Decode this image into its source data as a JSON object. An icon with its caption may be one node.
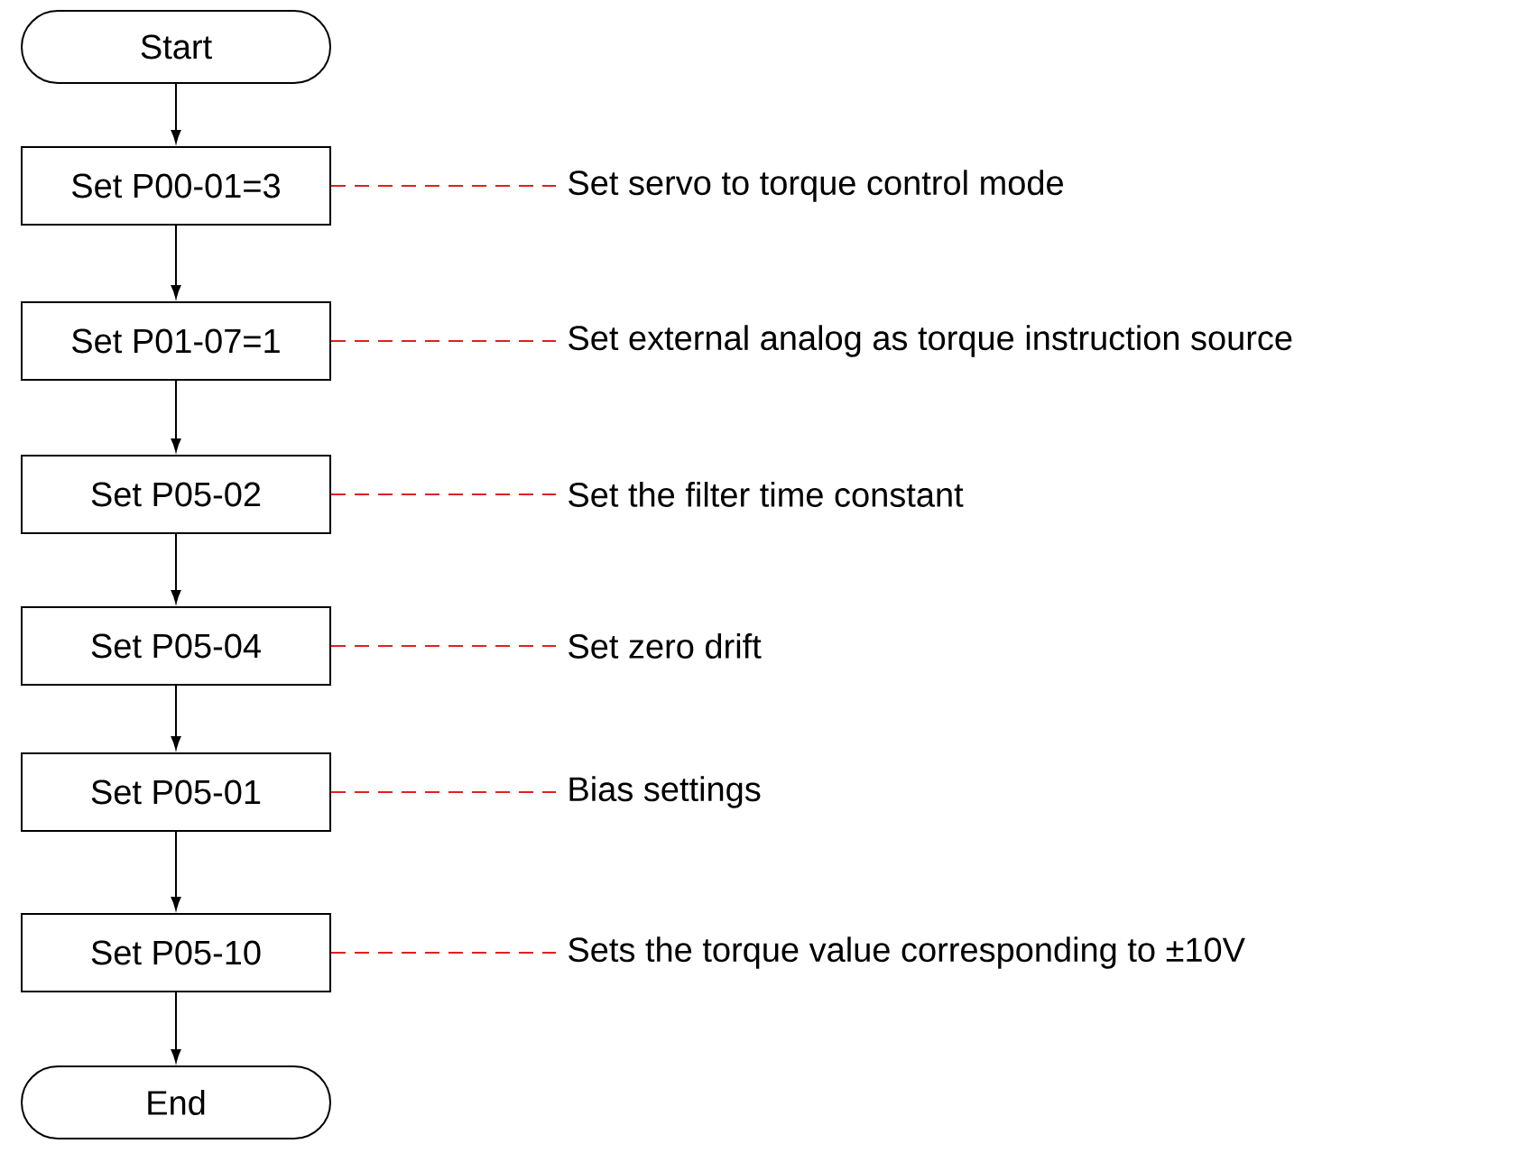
{
  "diagram": {
    "nodes": [
      {
        "text": [
          "Start"
        ]
      },
      {
        "text": [
          "Set P00-01=3"
        ]
      },
      {
        "text": [
          "Set P01-07=1"
        ]
      },
      {
        "text": [
          "Set P05-02"
        ]
      },
      {
        "text": [
          "Set P05-04"
        ]
      },
      {
        "text": [
          "Set P05-01"
        ]
      },
      {
        "text": [
          "Set P05-10"
        ]
      },
      {
        "text": [
          "End"
        ]
      },
      {
        "text": [
          "Set servo to torque control mode"
        ]
      },
      {
        "text": [
          "Set external analog as torque instruction source"
        ]
      },
      {
        "text": [
          "Set the filter time constant"
        ]
      },
      {
        "text": [
          "Set zero drift"
        ]
      },
      {
        "text": [
          "Bias settings"
        ]
      },
      {
        "text": [
          "Sets the torque value corresponding to ±10V"
        ]
      }
    ],
    "edges": [
      {
        "from": 0,
        "to": 1,
        "arrow": "to"
      },
      {
        "from": 1,
        "to": 2,
        "arrow": "to"
      },
      {
        "from": 2,
        "to": 3,
        "arrow": "to"
      },
      {
        "from": 3,
        "to": 4,
        "arrow": "to"
      },
      {
        "from": 4,
        "to": 5,
        "arrow": "to"
      },
      {
        "from": 5,
        "to": 6,
        "arrow": "to"
      },
      {
        "from": 6,
        "to": 7,
        "arrow": "to"
      },
      {
        "from": 1,
        "to": 8,
        "arrow": "none",
        "style": "dashed",
        "color": "#e02020"
      },
      {
        "from": 2,
        "to": 9,
        "arrow": "none",
        "style": "dashed",
        "color": "#e02020"
      },
      {
        "from": 3,
        "to": 10,
        "arrow": "none",
        "style": "dashed",
        "color": "#e02020"
      },
      {
        "from": 4,
        "to": 11,
        "arrow": "none",
        "style": "dashed",
        "color": "#e02020"
      },
      {
        "from": 5,
        "to": 12,
        "arrow": "none",
        "style": "dashed",
        "color": "#e02020"
      },
      {
        "from": 6,
        "to": 13,
        "arrow": "none",
        "style": "dashed",
        "color": "#e02020"
      }
    ]
  }
}
